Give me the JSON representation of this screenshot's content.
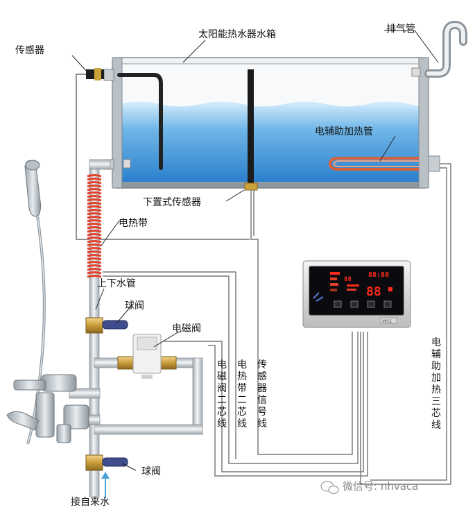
{
  "labels": {
    "sensor": "传感器",
    "tank": "太阳能热水器水箱",
    "vent_pipe": "排气管",
    "aux_heater": "电辅助加热管",
    "bottom_sensor": "下置式传感器",
    "heat_tape": "电热带",
    "up_down_pipe": "上下水管",
    "ball_valve_top": "球阀",
    "solenoid_valve": "电磁阀",
    "ball_valve_bottom": "球阀",
    "inlet": "接自来水"
  },
  "vertical_labels": {
    "solenoid_wire": "电磁阀二芯线",
    "heat_tape_wire": "电热带二芯线",
    "sensor_wire": "传感器信号线",
    "aux_heater_wire": "电辅助加热三芯线"
  },
  "controller": {
    "display_time": "88:88",
    "display_temp": "88",
    "display_level": "88",
    "brand": "MIS1"
  },
  "watermark": "微信号: nhvaca",
  "colors": {
    "water_top": "#cfe9fb",
    "water_bottom": "#2f86d0",
    "pipe": "#d9dde0",
    "pipe_edge": "#9aa2a8",
    "heat_tape": "#e2442e",
    "valve_handle": "#3f4d8f",
    "wire": "#6e6e6e",
    "controller_screen": "#0b0b0f"
  }
}
